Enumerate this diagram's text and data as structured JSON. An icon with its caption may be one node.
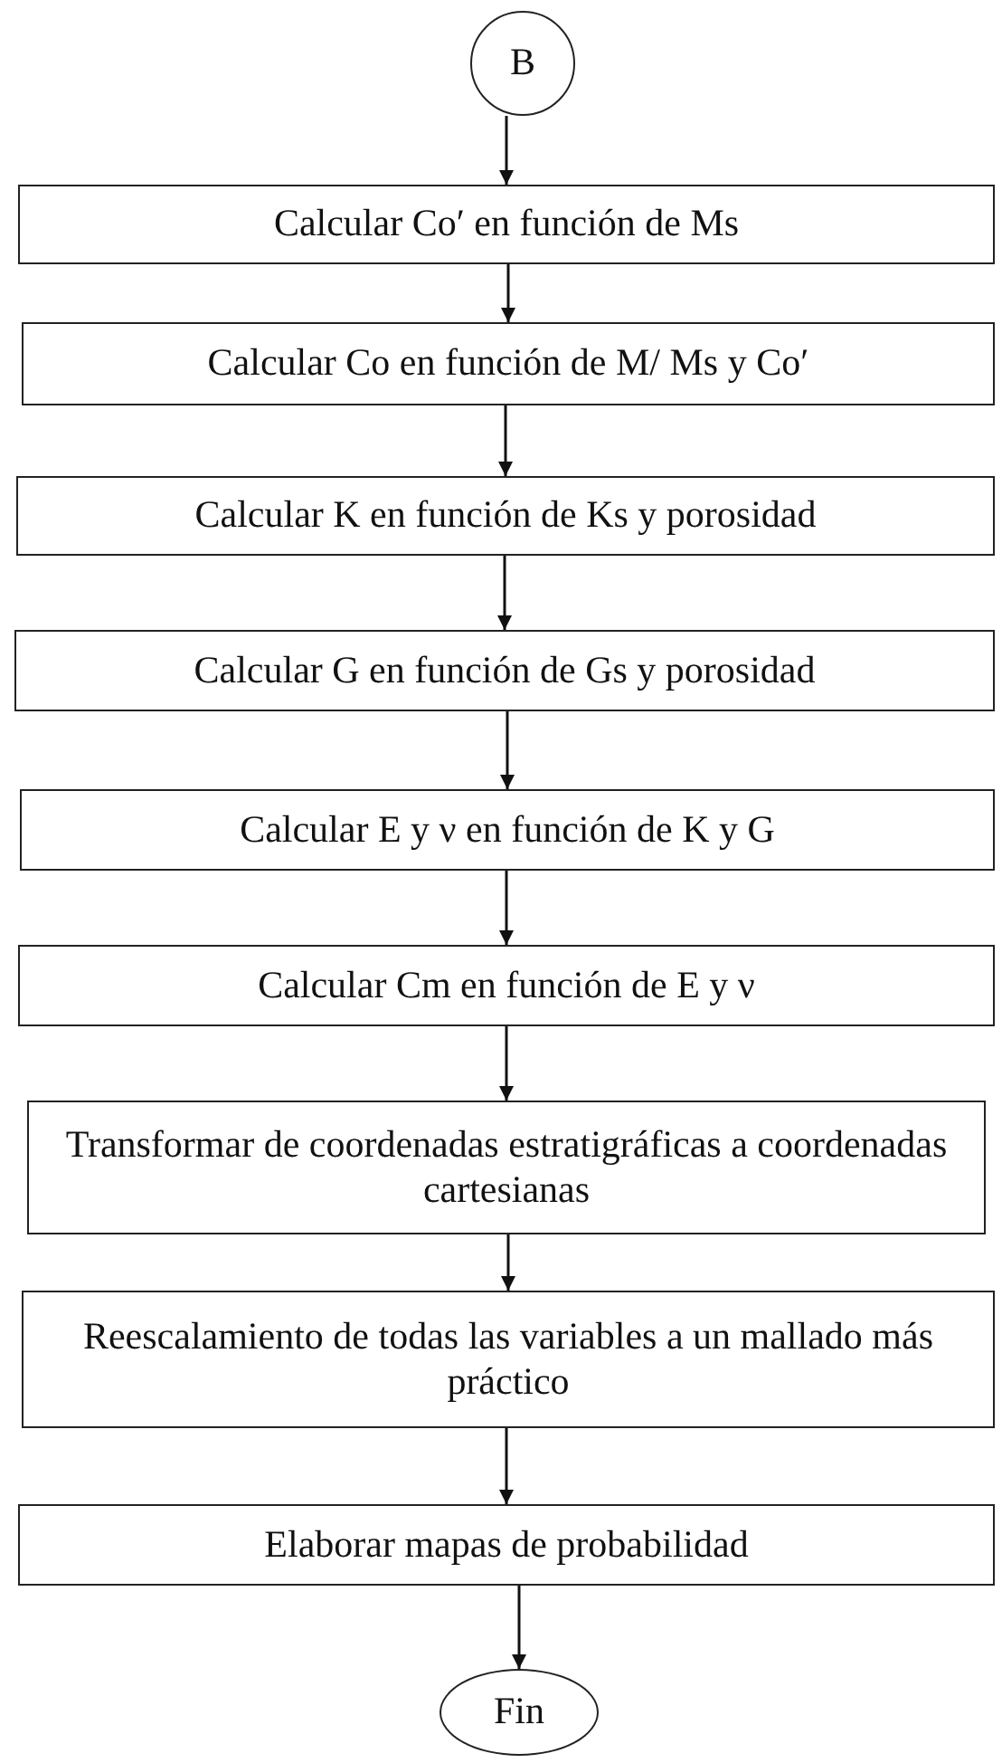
{
  "diagram": {
    "nodes": [
      {
        "text": [
          "B"
        ]
      },
      {
        "text": [
          "Calcular Co′ en función de Ms"
        ]
      },
      {
        "text": [
          "Calcular Co en función de M/ Ms y Co′"
        ]
      },
      {
        "text": [
          "Calcular K en función de Ks y porosidad"
        ]
      },
      {
        "text": [
          "Calcular G en función de Gs y porosidad"
        ]
      },
      {
        "text": [
          "Calcular E y ν en función de K y G"
        ]
      },
      {
        "text": [
          "Calcular Cm en función de E y ν"
        ]
      },
      {
        "text": [
          "Transformar de coordenadas estratigráficas a coordenadas cartesianas"
        ]
      },
      {
        "text": [
          "Reescalamiento de todas las variables a un mallado más práctico"
        ]
      },
      {
        "text": [
          "Elaborar mapas de probabilidad"
        ]
      },
      {
        "text": [
          "Fin"
        ]
      }
    ],
    "edges": [
      {
        "from": 0,
        "to": 1,
        "arrow": "to"
      },
      {
        "from": 1,
        "to": 2,
        "arrow": "to"
      },
      {
        "from": 2,
        "to": 3,
        "arrow": "to"
      },
      {
        "from": 3,
        "to": 4,
        "arrow": "to"
      },
      {
        "from": 4,
        "to": 5,
        "arrow": "to"
      },
      {
        "from": 5,
        "to": 6,
        "arrow": "to"
      },
      {
        "from": 6,
        "to": 7,
        "arrow": "to"
      },
      {
        "from": 7,
        "to": 8,
        "arrow": "to"
      },
      {
        "from": 8,
        "to": 9,
        "arrow": "to"
      },
      {
        "from": 9,
        "to": 10,
        "arrow": "to"
      }
    ]
  }
}
